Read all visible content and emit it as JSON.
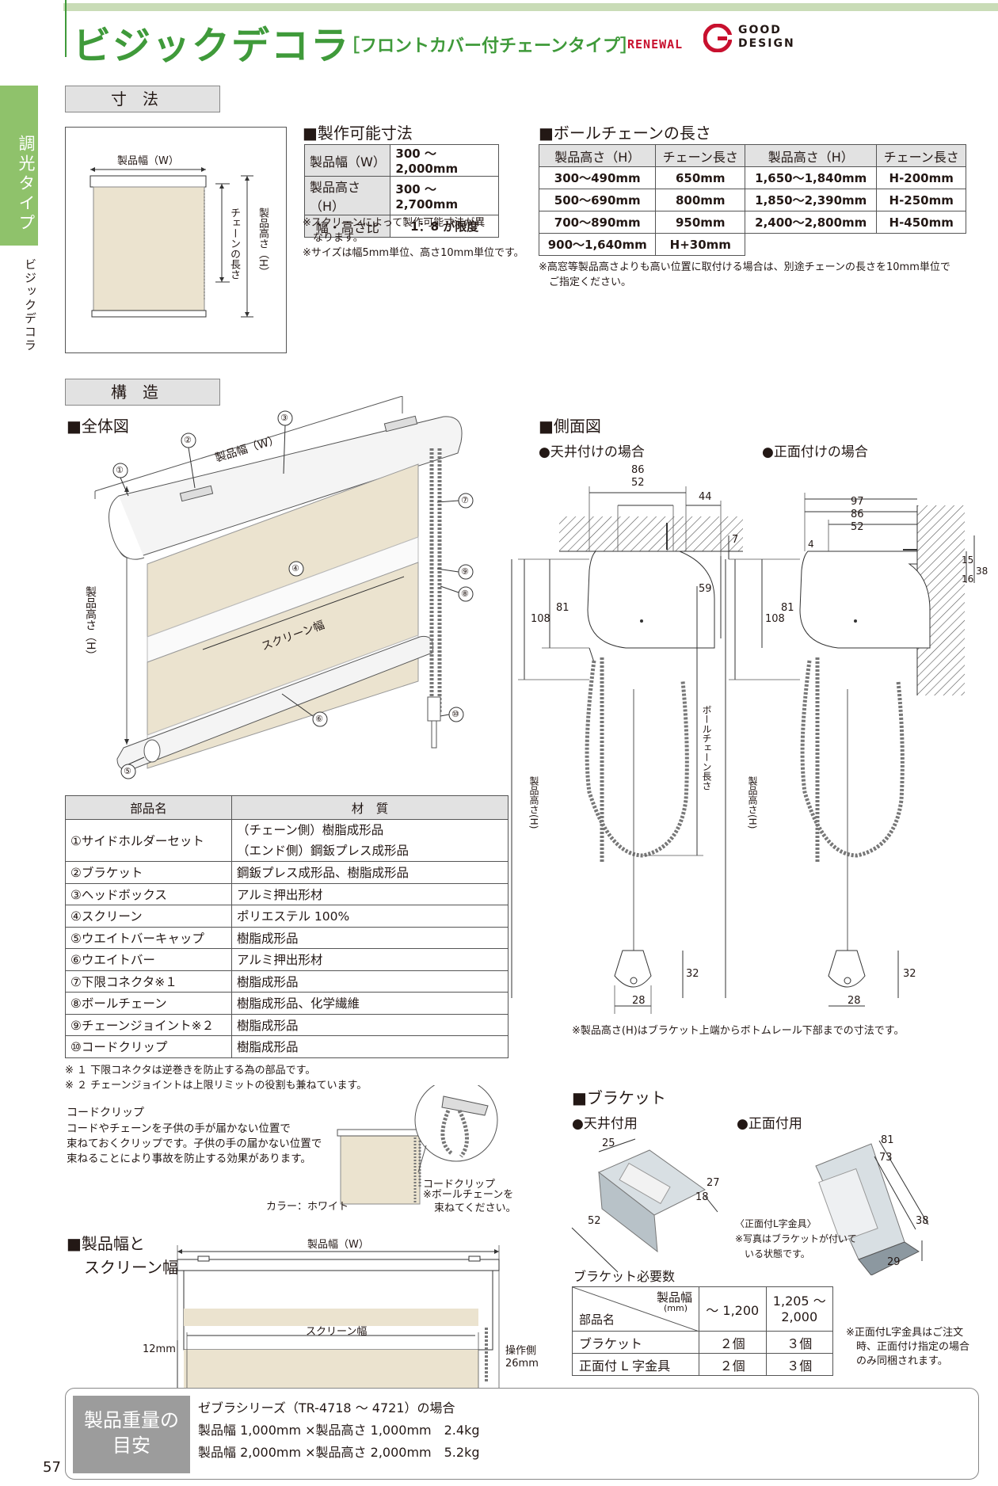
{
  "header": {
    "title": "ビジックデコラ",
    "subtitle": "［フロントカバー付チェーンタイプ］",
    "renewal": "RENEWAL",
    "good_design_line1": "GOOD",
    "good_design_line2": "DESIGN"
  },
  "side": {
    "tab": "調光タイプ",
    "label": "ビジックデコラ"
  },
  "dimensions": {
    "section_label": "寸法",
    "diagram": {
      "width_label": "製品幅（W）",
      "chain_label": "チェーンの長さ",
      "height_label": "製品高さ（H）"
    },
    "production": {
      "heading": "■製作可能寸法",
      "rows": [
        {
          "label": "製品幅（W）",
          "value": "300 ～ 2,000mm"
        },
        {
          "label": "製品高さ（H）",
          "value": "300 ～ 2,700mm"
        },
        {
          "label": "幅・高さ比",
          "value": "1：8 が限度"
        }
      ],
      "notes": [
        "※スクリーンによって製作可能寸法が異",
        "　なります。",
        "※サイズは幅5mm単位、高さ10mm単位です。"
      ]
    },
    "chain": {
      "heading": "■ボールチェーンの長さ",
      "headers": [
        "製品高さ（H）",
        "チェーン長さ",
        "製品高さ（H）",
        "チェーン長さ"
      ],
      "rows": [
        [
          "300～490mm",
          "650mm",
          "1,650～1,840mm",
          "H-200mm"
        ],
        [
          "500～690mm",
          "800mm",
          "1,850～2,390mm",
          "H-250mm"
        ],
        [
          "700～890mm",
          "950mm",
          "2,400～2,800mm",
          "H-450mm"
        ],
        [
          "900～1,640mm",
          "H+30mm",
          "",
          ""
        ]
      ],
      "notes": [
        "※高窓等製品高さよりも高い位置に取付ける場合は、別途チェーンの長さを10mm単位で",
        "　ご指定ください。"
      ]
    }
  },
  "structure": {
    "section_label": "構造",
    "overview_heading": "■全体図",
    "overview": {
      "width_label": "製品幅（W）",
      "height_label": "製品高さ（H）",
      "screen_width_label": "スクリーン幅",
      "callouts": [
        "①",
        "②",
        "③",
        "④",
        "⑤",
        "⑥",
        "⑦",
        "⑧",
        "⑨",
        "⑩"
      ]
    },
    "side_heading": "■側面図",
    "ceiling_label": "●天井付けの場合",
    "front_label": "●正面付けの場合",
    "ceiling_dims": {
      "d86": "86",
      "d52": "52",
      "d44": "44",
      "d7": "7",
      "d59": "59",
      "d108": "108",
      "d81": "81",
      "d32": "32",
      "d28": "28",
      "height": "製品高さ(H)",
      "chain": "ボールチェーン長さ"
    },
    "front_dims": {
      "d97": "97",
      "d86": "86",
      "d52": "52",
      "d4": "4",
      "d16": "16",
      "d15": "15",
      "d38": "38",
      "d108": "108",
      "d81": "81",
      "d32": "32",
      "d28": "28",
      "height": "製品高さ(H)"
    },
    "side_note": "※製品高さ(H)はブラケット上端からボトムレール下部までの寸法です。"
  },
  "parts": {
    "headers": [
      "部品名",
      "材　質"
    ],
    "rows": [
      {
        "name": "①サイドホルダーセット",
        "material": "（チェーン側）樹脂成形品",
        "material2": "（エンド側）鋼鈑プレス成形品"
      },
      {
        "name": "②ブラケット",
        "material": "鋼鈑プレス成形品、樹脂成形品"
      },
      {
        "name": "③ヘッドボックス",
        "material": "アルミ押出形材"
      },
      {
        "name": "④スクリーン",
        "material": "ポリエステル 100%"
      },
      {
        "name": "⑤ウエイトバーキャップ",
        "material": "樹脂成形品"
      },
      {
        "name": "⑥ウエイトバー",
        "material": "アルミ押出形材"
      },
      {
        "name": "⑦下限コネクタ※１",
        "material": "樹脂成形品"
      },
      {
        "name": "⑧ボールチェーン",
        "material": "樹脂成形品、化学繊維"
      },
      {
        "name": "⑨チェーンジョイント※２",
        "material": "樹脂成形品"
      },
      {
        "name": "⑩コードクリップ",
        "material": "樹脂成形品"
      }
    ],
    "notes": [
      "※ １ 下限コネクタは逆巻きを防止する為の部品です。",
      "※ ２ チェーンジョイントは上限リミットの役割も兼ねています。"
    ]
  },
  "cord_clip": {
    "title": "コードクリップ",
    "desc": [
      "コードやチェーンを子供の手が届かない位置で",
      "束ねておくクリップです。子供の手の届かない位置で",
      "束ねることにより事故を防止する効果があります。"
    ],
    "color": "カラー：ホワイト",
    "clip_label": "コードクリップ",
    "clip_note1": "※ボールチェーンを",
    "clip_note2": "束ねてください。"
  },
  "width_screen": {
    "heading1": "■製品幅と",
    "heading2": "スクリーン幅",
    "width_label": "製品幅（W）",
    "screen_label": "スクリーン幅",
    "left_dim": "12mm",
    "right_dim1": "操作側",
    "right_dim2": "26mm"
  },
  "bracket": {
    "heading": "■ブラケット",
    "ceiling_label": "●天井付用",
    "front_label": "●正面付用",
    "ceiling_dims": {
      "d25": "25",
      "d27": "27",
      "d18": "18",
      "d52": "52"
    },
    "front_dims": {
      "d81": "81",
      "d73": "73",
      "d38": "38",
      "d29": "29"
    },
    "front_notes": [
      "〈正面付L字金具〉",
      "※写真はブラケットが付いて",
      "　いる状態です。"
    ],
    "required_title": "ブラケット必要数",
    "table": {
      "head_top": "製品幅",
      "head_unit": "(mm)",
      "head_row": "部品名",
      "col1": "～ 1,200",
      "col2a": "1,205 ～",
      "col2b": "2,000",
      "rows": [
        {
          "name": "ブラケット",
          "a": "２個",
          "b": "３個"
        },
        {
          "name": "正面付 L 字金具",
          "a": "２個",
          "b": "３個"
        }
      ]
    },
    "table_notes": [
      "※正面付L字金具はご注文",
      "　時、正面付け指定の場合",
      "　のみ同梱されます。"
    ]
  },
  "weight": {
    "label1": "製品重量の",
    "label2": "目安",
    "line1": "ゼブラシリーズ（TR-4718 ～ 4721）の場合",
    "line2": "製品幅 1,000mm ×製品高さ 1,000mm　2.4kg",
    "line3": "製品幅 2,000mm ×製品高さ 2,000mm　5.2kg"
  },
  "page_number": "57"
}
